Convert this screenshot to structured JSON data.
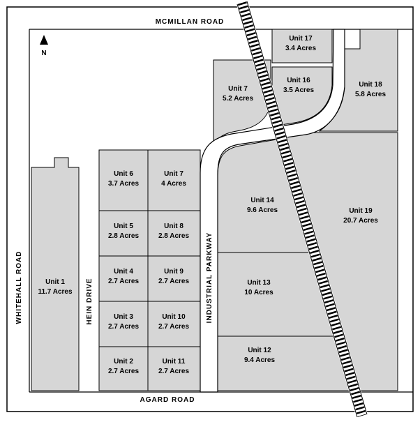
{
  "map": {
    "north_label": "N",
    "roads": {
      "mcmillan": "MCMILLAN ROAD",
      "whitehall": "WHITEHALL ROAD",
      "agard": "AGARD ROAD",
      "hein": "HEIN DRIVE",
      "industrial_parkway": "INDUSTRIAL PARKWAY"
    },
    "colors": {
      "parcel_fill": "#d6d6d6",
      "line": "#000000",
      "background": "#ffffff"
    },
    "units": {
      "u1": {
        "name": "Unit 1",
        "acres": "11.7 Acres"
      },
      "u2": {
        "name": "Unit 2",
        "acres": "2.7 Acres"
      },
      "u3": {
        "name": "Unit 3",
        "acres": "2.7 Acres"
      },
      "u4": {
        "name": "Unit 4",
        "acres": "2.7 Acres"
      },
      "u5": {
        "name": "Unit 5",
        "acres": "2.8 Acres"
      },
      "u6": {
        "name": "Unit 6",
        "acres": "3.7 Acres"
      },
      "u7_grid": {
        "name": "Unit 7",
        "acres": "4 Acres"
      },
      "u7_north": {
        "name": "Unit 7",
        "acres": "5.2 Acres"
      },
      "u8": {
        "name": "Unit 8",
        "acres": "2.8 Acres"
      },
      "u9": {
        "name": "Unit 9",
        "acres": "2.7 Acres"
      },
      "u10": {
        "name": "Unit 10",
        "acres": "2.7 Acres"
      },
      "u11": {
        "name": "Unit 11",
        "acres": "2.7 Acres"
      },
      "u12": {
        "name": "Unit 12",
        "acres": "9.4 Acres"
      },
      "u13": {
        "name": "Unit 13",
        "acres": "10 Acres"
      },
      "u14": {
        "name": "Unit 14",
        "acres": "9.6 Acres"
      },
      "u16": {
        "name": "Unit 16",
        "acres": "3.5 Acres"
      },
      "u17": {
        "name": "Unit 17",
        "acres": "3.4 Acres"
      },
      "u18": {
        "name": "Unit 18",
        "acres": "5.8 Acres"
      },
      "u19": {
        "name": "Unit 19",
        "acres": "20.7 Acres"
      }
    }
  }
}
